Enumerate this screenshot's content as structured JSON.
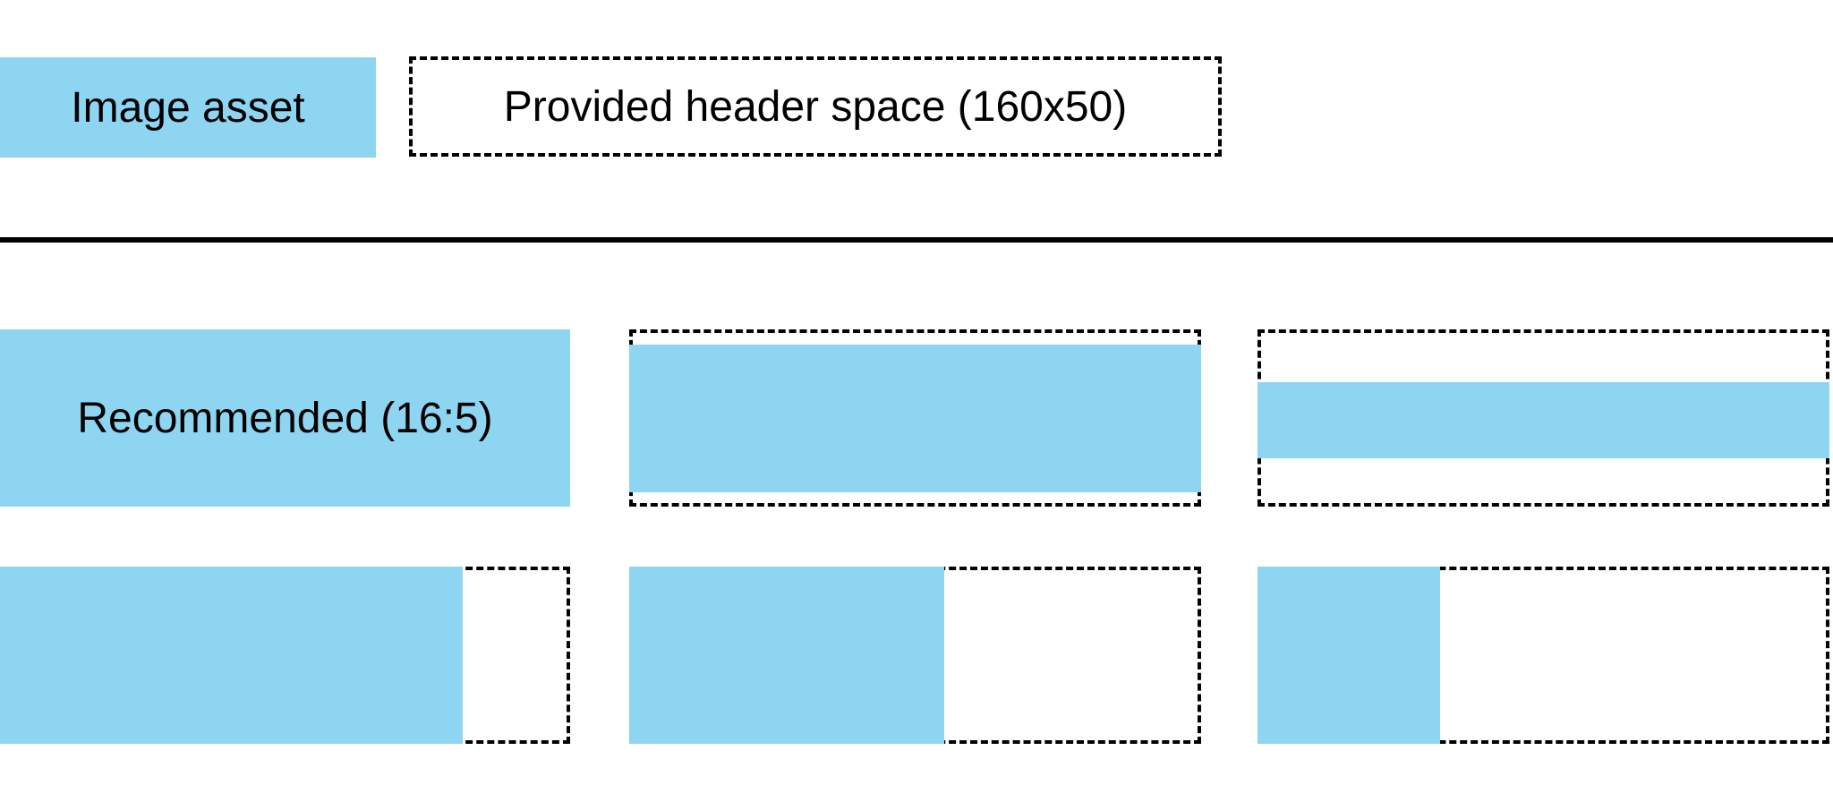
{
  "legend": {
    "image_asset_label": "Image asset",
    "header_space_label": "Provided header space (160x50)"
  },
  "colors": {
    "asset_blue": "#8ed5f2",
    "border": "#000000",
    "text": "#000000",
    "background": "#ffffff"
  },
  "diagram": {
    "header_space_size": "160x50",
    "recommended_aspect_ratio": "16:5",
    "examples": [
      {
        "name": "recommended-16-5",
        "label": "Recommended (16:5)",
        "fill_width_pct": 100,
        "fill_height_pct": 100
      },
      {
        "name": "full-width-tall-band",
        "label": "",
        "fill_width_pct": 100,
        "fill_height_pct": 83
      },
      {
        "name": "full-width-thin-strip",
        "label": "",
        "fill_width_pct": 100,
        "fill_height_pct": 43
      },
      {
        "name": "full-height-wide",
        "label": "",
        "fill_width_pct": 81,
        "fill_height_pct": 100
      },
      {
        "name": "full-height-medium",
        "label": "",
        "fill_width_pct": 55,
        "fill_height_pct": 100
      },
      {
        "name": "full-height-narrow",
        "label": "",
        "fill_width_pct": 32,
        "fill_height_pct": 100
      }
    ]
  }
}
